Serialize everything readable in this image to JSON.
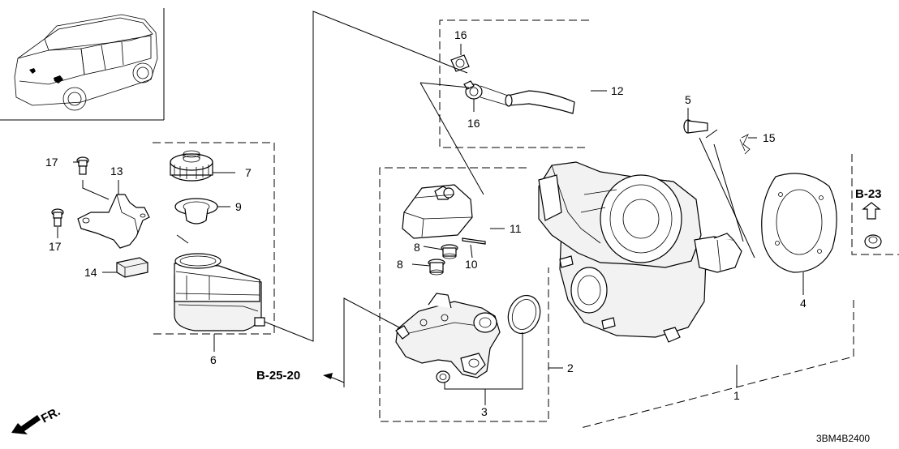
{
  "diagram": {
    "labels": {
      "p1": "1",
      "p2": "2",
      "p3": "3",
      "p4": "4",
      "p5": "5",
      "p6": "6",
      "p7": "7",
      "p8a": "8",
      "p8b": "8",
      "p9": "9",
      "p10": "10",
      "p11": "11",
      "p12": "12",
      "p13": "13",
      "p14": "14",
      "p15": "15",
      "p16a": "16",
      "p16b": "16",
      "p17a": "17",
      "p17b": "17"
    },
    "refs": {
      "b23": "B-23",
      "b2520": "B-25-20"
    },
    "front_arrow_label": "FR.",
    "diagram_code": "3BM4B2400"
  }
}
